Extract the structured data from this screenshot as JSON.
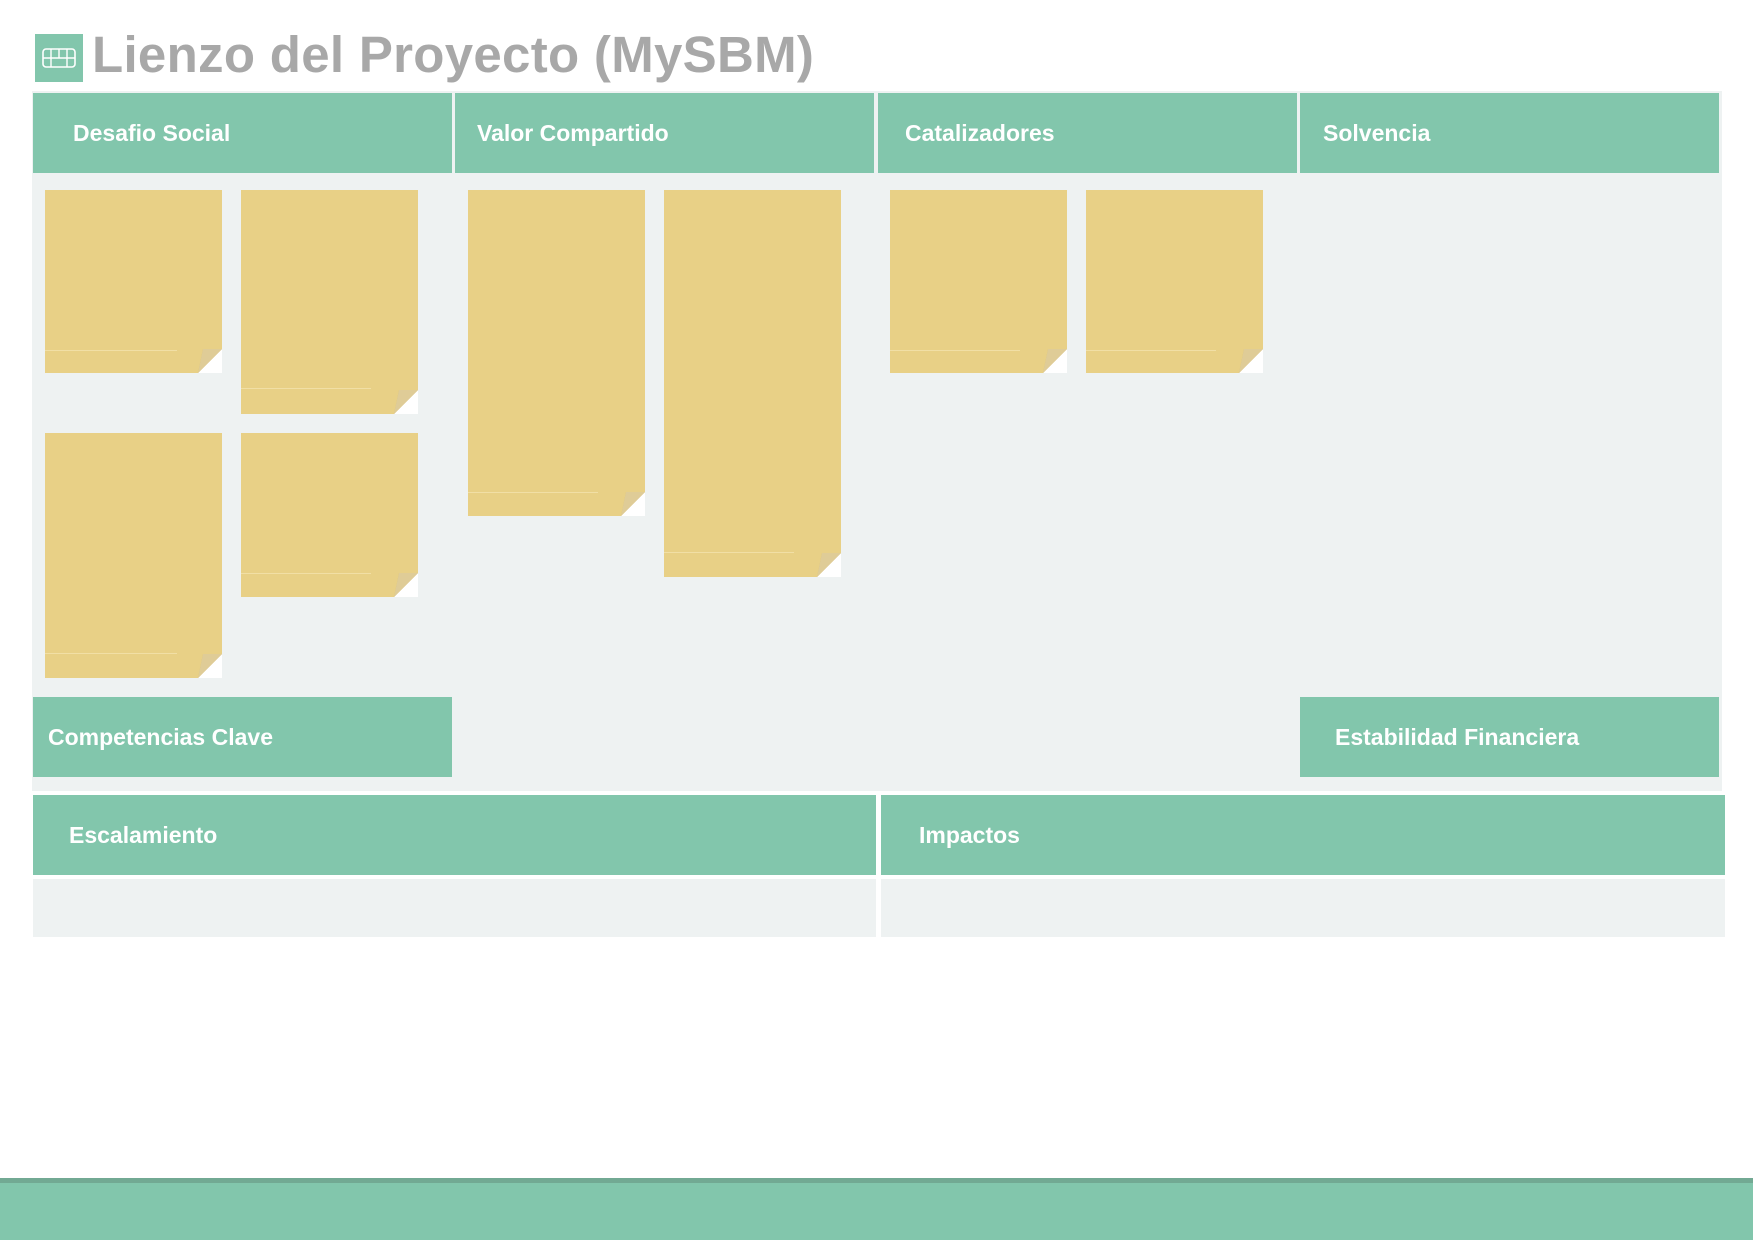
{
  "page": {
    "title": "Lienzo del Proyecto (MySBM)",
    "logo_icon": "canvas-grid-icon"
  },
  "blocks": {
    "desafio_social": "Desafio Social",
    "valor_compartido": "Valor Compartido",
    "catalizadores": "Catalizadores",
    "solvencia": "Solvencia",
    "competencias_clave": "Competencias Clave",
    "estabilidad_financiera": "Estabilidad Financiera",
    "escalamiento": "Escalamiento",
    "impactos": "Impactos"
  },
  "sticky_note_counts": {
    "desafio_social": 4,
    "valor_compartido": 2,
    "catalizadores": 2,
    "solvencia": 0
  },
  "colors": {
    "header_green": "#82c6ac",
    "panel_gray": "#eef2f2",
    "sticky_yellow": "#e8d086",
    "title_gray": "#a8a8a8",
    "footer_green": "#82c6ac"
  }
}
